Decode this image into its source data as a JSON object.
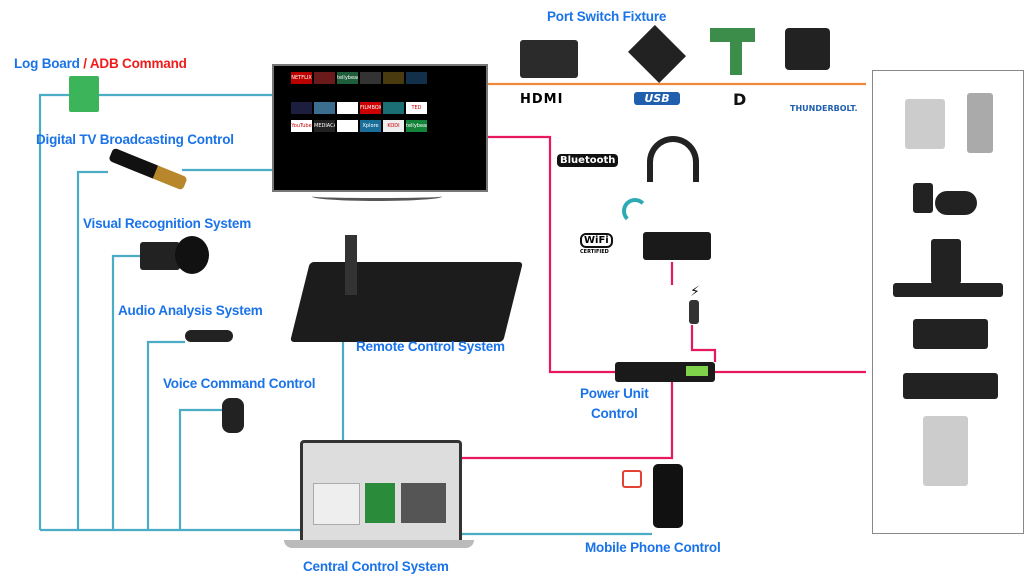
{
  "labels": {
    "log_board": "Log Board",
    "separator": " / ",
    "adb_command": "ADB Command",
    "dtv": "Digital TV Broadcasting Control",
    "visual": "Visual Recognition System",
    "audio": "Audio Analysis System",
    "voice": "Voice Command Control",
    "remote": "Remote Control System",
    "port_switch": "Port Switch Fixture",
    "power_unit": "Power Unit\nControl",
    "mobile": "Mobile Phone Control",
    "central": "Central Control System"
  },
  "logos": {
    "hdmi": "HDMI",
    "usb": "USB",
    "displayport": "D",
    "thunderbolt": "THUNDERBOLT.",
    "bluetooth": "Bluetooth",
    "wifi": "WiFi",
    "wifi_sub": "CERTIFIED"
  },
  "tv_tiles": [
    "NETFLIX",
    "",
    "tellybean",
    "",
    "",
    "",
    "",
    "",
    "",
    "FILMBOX",
    "",
    "TED",
    "YouTube",
    "MEDIACAST",
    "",
    "Xplore",
    "KODI",
    "tellybean"
  ],
  "colors": {
    "control_line": "#4bacc6",
    "power_line": "#e8185c",
    "port_line": "#f0883a",
    "label": "#1a73e8",
    "label_alt": "#f01c1c"
  }
}
